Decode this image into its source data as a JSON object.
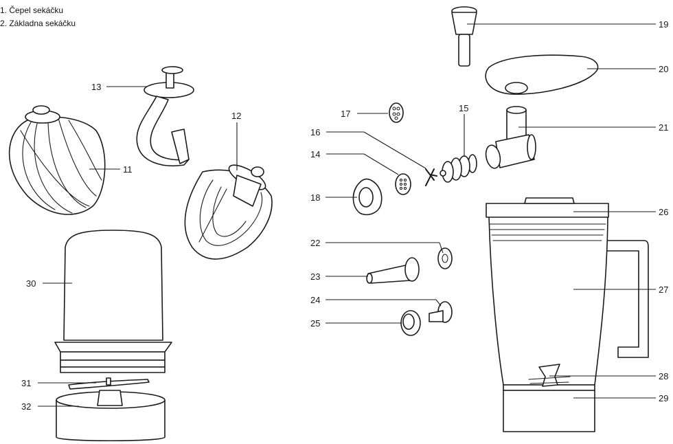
{
  "legend": [
    "1. Čepel sekáčku",
    "2. Základna sekáčku"
  ],
  "labels": {
    "l11": "11",
    "l12": "12",
    "l13": "13",
    "l14": "14",
    "l15": "15",
    "l16": "16",
    "l17": "17",
    "l18": "18",
    "l19": "19",
    "l20": "20",
    "l21": "21",
    "l22": "22",
    "l23": "23",
    "l24": "24",
    "l25": "25",
    "l26": "26",
    "l27": "27",
    "l28": "28",
    "l29": "29",
    "l30": "30",
    "l31": "31",
    "l32": "32"
  }
}
